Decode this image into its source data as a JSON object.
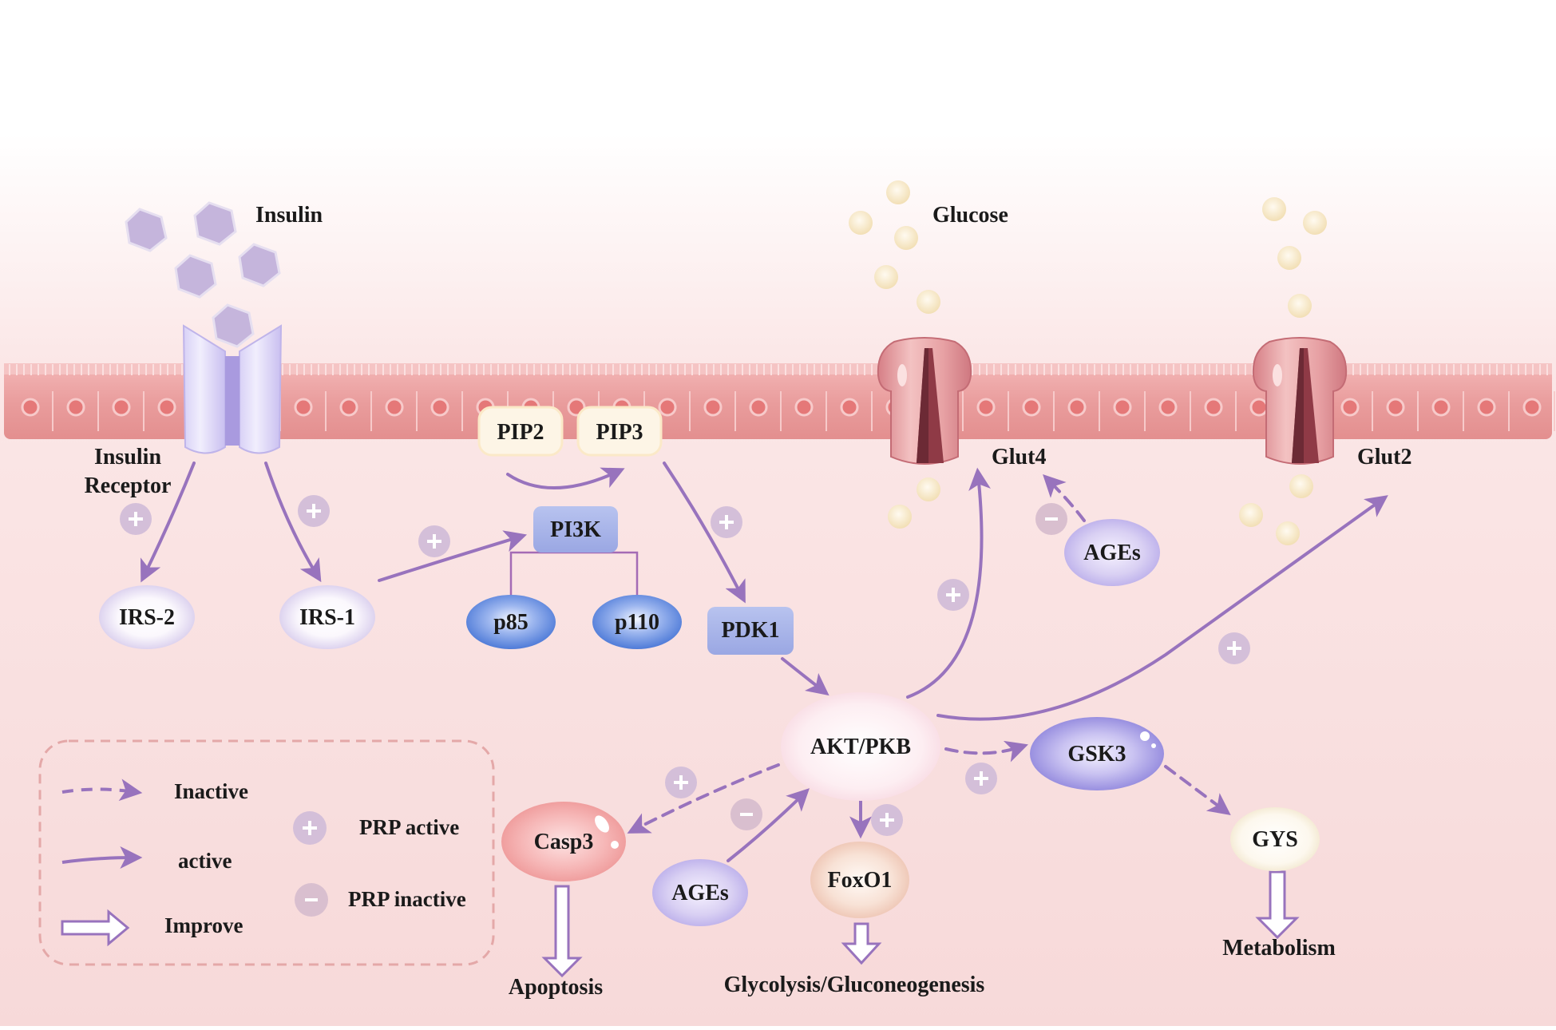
{
  "labels": {
    "insulin": "Insulin",
    "glucose": "Glucose",
    "insulin_receptor_1": "Insulin",
    "insulin_receptor_2": "Receptor",
    "glut4": "Glut4",
    "glut2": "Glut2",
    "pip2": "PIP2",
    "pip3": "PIP3",
    "pi3k": "PI3K",
    "p85": "p85",
    "p110": "p110",
    "irs2": "IRS-2",
    "irs1": "IRS-1",
    "pdk1": "PDK1",
    "akt": "AKT/PKB",
    "gsk3": "GSK3",
    "gys": "GYS",
    "casp3": "Casp3",
    "ages_top": "AGEs",
    "ages_bottom": "AGEs",
    "foxo1": "FoxO1",
    "apoptosis": "Apoptosis",
    "glycolysis": "Glycolysis/Gluconeogenesis",
    "metabolism": "Metabolism"
  },
  "legend": {
    "inactive": "Inactive",
    "active": "active",
    "improve": "Improve",
    "prp_active": "PRP active",
    "prp_inactive": "PRP inactive"
  },
  "colors": {
    "arrow": "#9873bd",
    "membrane": "#e79a9a",
    "plus_badge": "#d4bfd9",
    "minus_badge": "#d9bfcf"
  }
}
